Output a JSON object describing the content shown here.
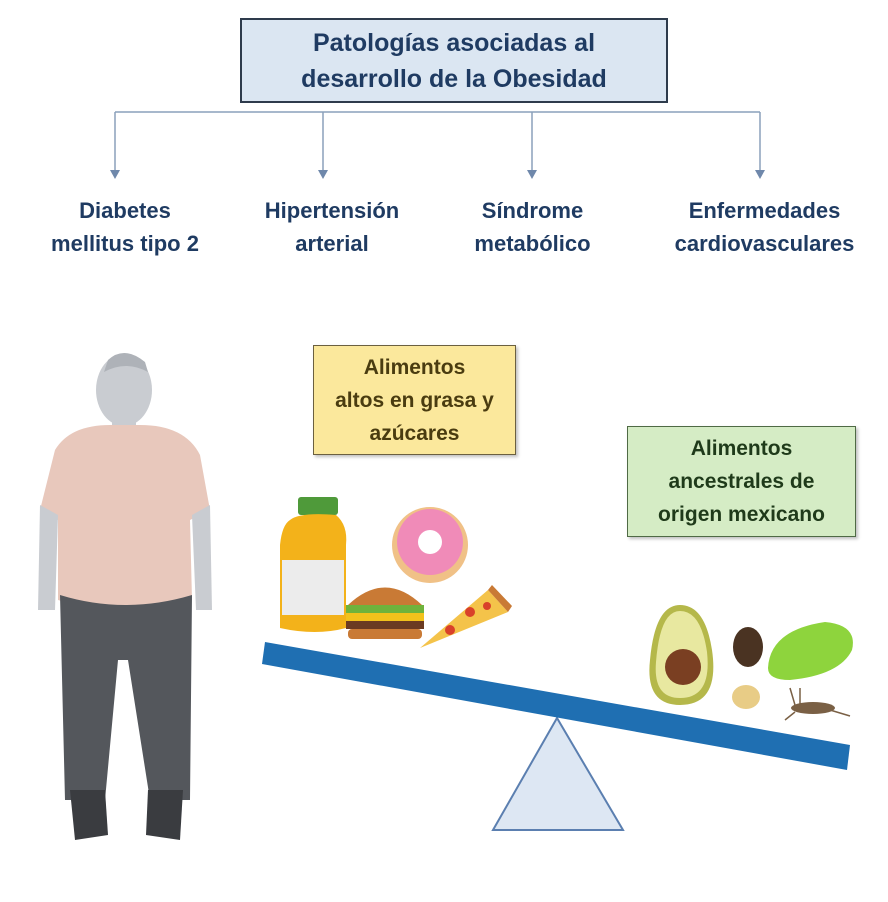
{
  "title": {
    "line1": "Patologías asociadas al",
    "line2": "desarrollo de la Obesidad"
  },
  "pathologies": [
    {
      "line1": "Diabetes",
      "line2": "mellitus tipo 2"
    },
    {
      "line1": "Hipertensión",
      "line2": "arterial"
    },
    {
      "line1": "Síndrome",
      "line2": "metabólico"
    },
    {
      "line1": "Enfermedades",
      "line2": "cardiovasculares"
    }
  ],
  "unhealthy_box": {
    "line1": "Alimentos",
    "line2": "altos en grasa y",
    "line3": "azúcares"
  },
  "healthy_box": {
    "line1": "Alimentos",
    "line2": "ancestrales de",
    "line3": "origen mexicano"
  },
  "colors": {
    "text": "#1f3b62",
    "beam": "#1f6fb2",
    "title_bg": "#dbe6f2",
    "yellow_bg": "#fbe89c",
    "green_bg": "#d5ecc5"
  }
}
